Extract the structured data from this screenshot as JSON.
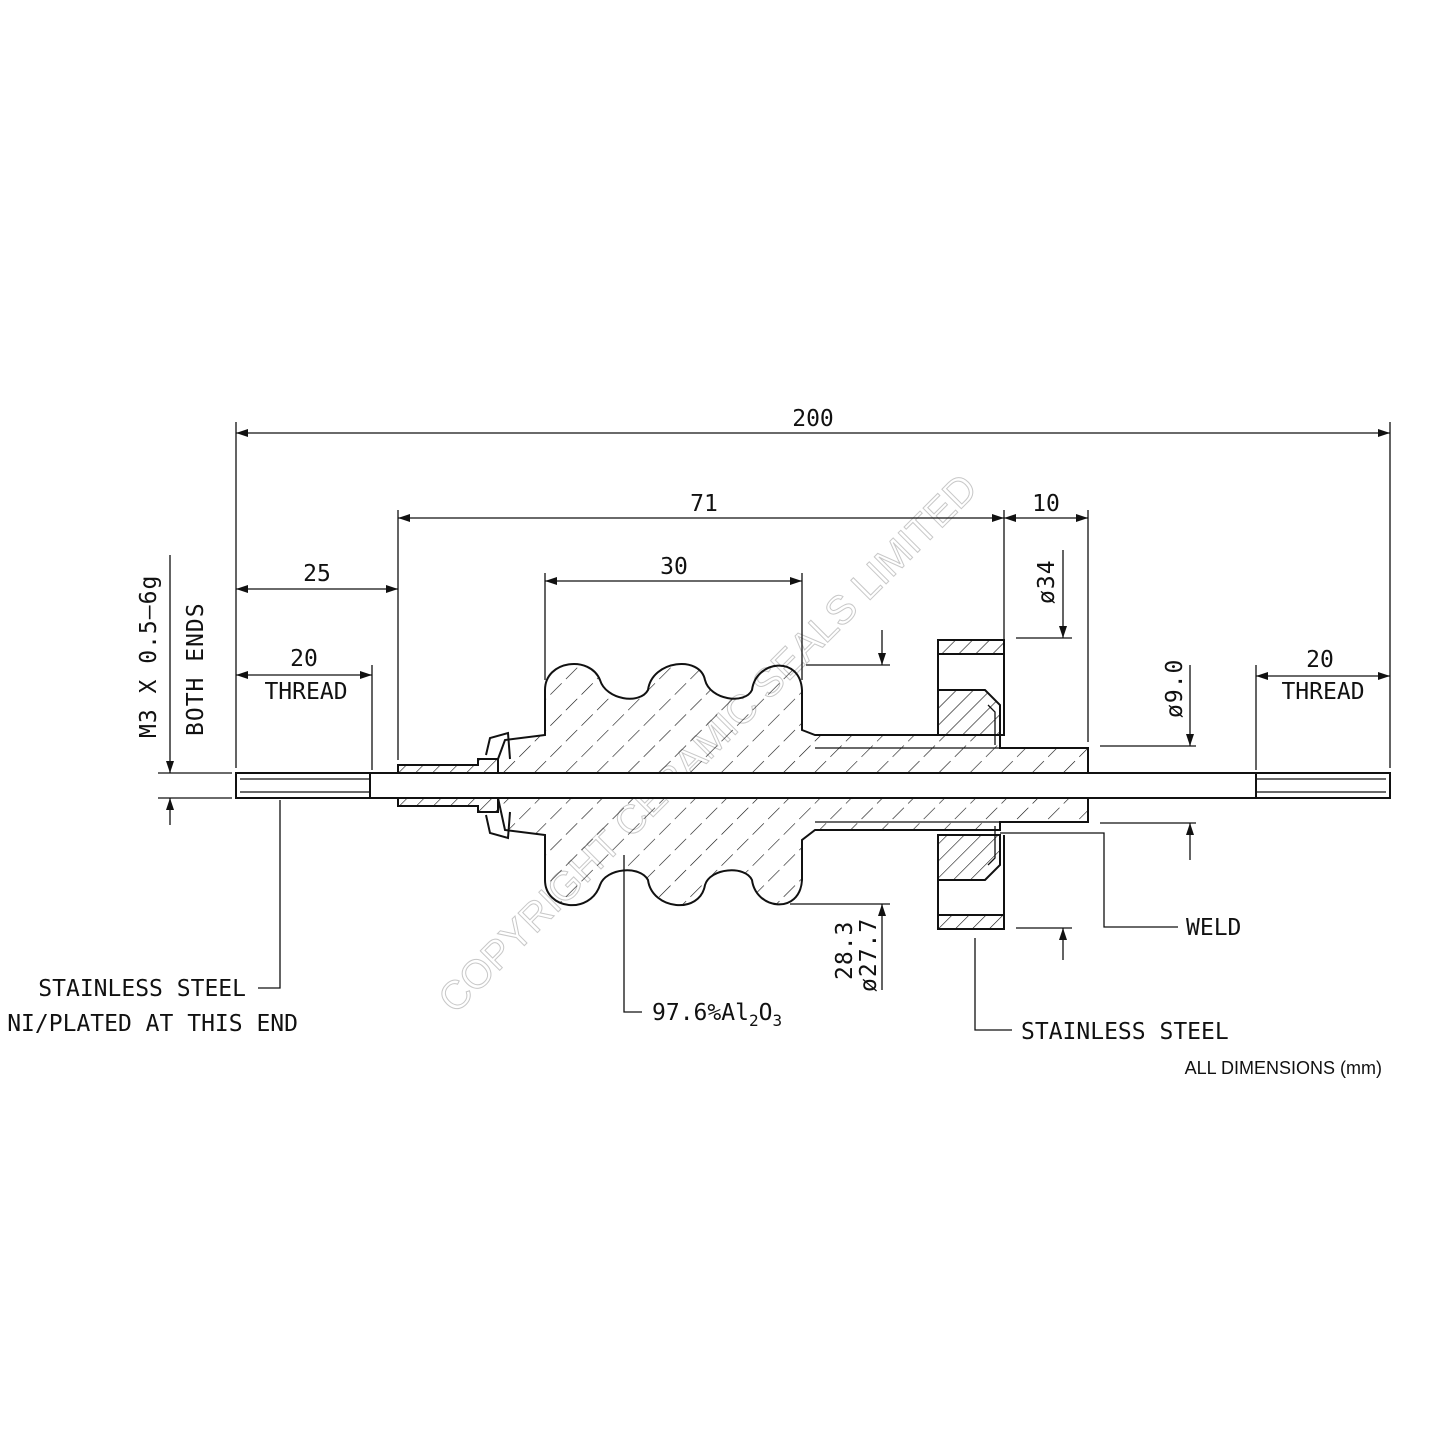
{
  "dimensions": {
    "overall_length": "200",
    "ceramic_to_flange": "71",
    "flange_width": "10",
    "shed_span": "30",
    "left_to_ceramic": "25",
    "left_thread_length": "20",
    "left_thread_label": "THREAD",
    "right_thread_length": "20",
    "right_thread_label": "THREAD",
    "flange_diameter": "ø34",
    "tube_diameter": "ø9.0",
    "ceramic_outer": "28.3",
    "ceramic_inner": "ø27.7"
  },
  "thread_spec": {
    "line1": "M3 X 0.5–6g",
    "line2": "BOTH ENDS"
  },
  "callouts": {
    "left_material_line1": "STAINLESS STEEL",
    "left_material_line2": "NI/PLATED AT THIS END",
    "ceramic_material_prefix": "97.6%Al",
    "ceramic_sub1": "2",
    "ceramic_mid": "O",
    "ceramic_sub2": "3",
    "weld": "WELD",
    "flange_material": "STAINLESS STEEL"
  },
  "watermark": "COPYRIGHT CERAMIC SEALS LIMITED",
  "footer_note": "ALL DIMENSIONS (mm)"
}
